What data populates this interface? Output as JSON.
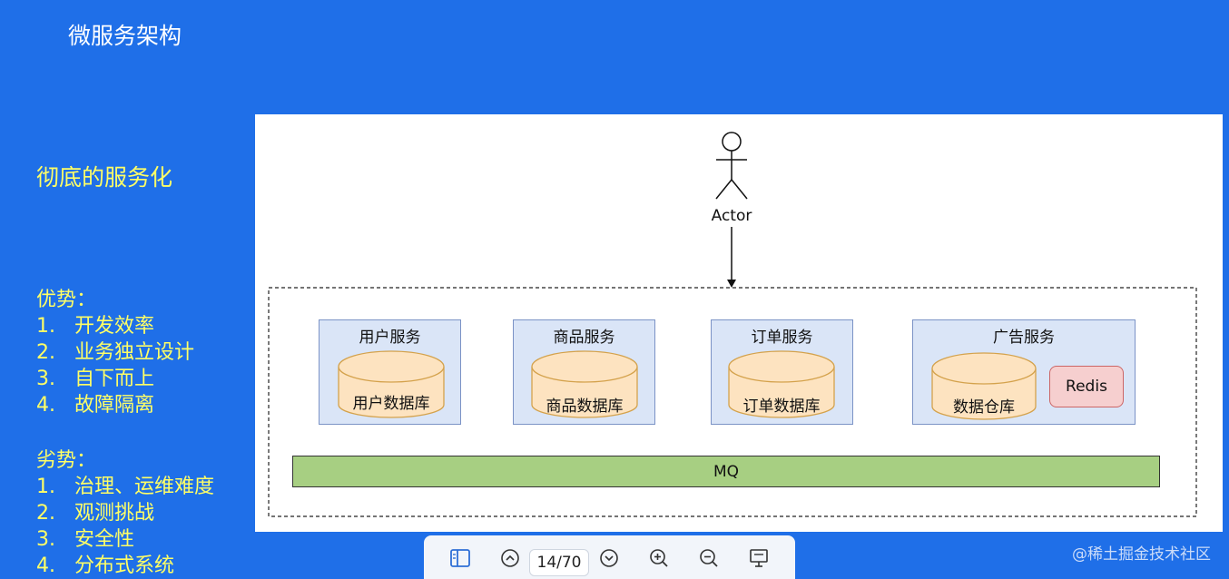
{
  "slide": {
    "title": "微服务架构",
    "subtitle": "彻底的服务化"
  },
  "pros": {
    "heading": "优势：",
    "items": [
      {
        "num": "1.",
        "text": "开发效率"
      },
      {
        "num": "2.",
        "text": "业务独立设计"
      },
      {
        "num": "3.",
        "text": "自下而上"
      },
      {
        "num": "4.",
        "text": "故障隔离"
      }
    ]
  },
  "cons": {
    "heading": "劣势：",
    "items": [
      {
        "num": "1.",
        "text": "治理、运维难度"
      },
      {
        "num": "2.",
        "text": "观测挑战"
      },
      {
        "num": "3.",
        "text": "安全性"
      },
      {
        "num": "4.",
        "text": "分布式系统"
      }
    ]
  },
  "diagram": {
    "actor_label": "Actor",
    "services": [
      {
        "title": "用户服务",
        "db": "用户数据库"
      },
      {
        "title": "商品服务",
        "db": "商品数据库"
      },
      {
        "title": "订单服务",
        "db": "订单数据库"
      },
      {
        "title": "广告服务",
        "db": "数据仓库",
        "cache": "Redis"
      }
    ],
    "mq_label": "MQ"
  },
  "toolbar": {
    "page_indicator": "14/70"
  },
  "footer": {
    "watermark": "@稀土掘金技术社区"
  },
  "colors": {
    "background": "#1f6fe8",
    "title_text": "#ffffff",
    "list_text": "#ffff66",
    "service_fill": "#dae5f7",
    "db_fill": "#fde3c0",
    "redis_fill": "#f6cfcf",
    "mq_fill": "#a7cf82"
  }
}
